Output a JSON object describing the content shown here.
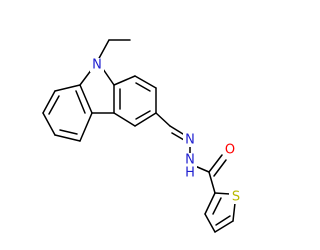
{
  "atoms": [
    {
      "id": "N9",
      "label": "N",
      "color": "#1f1fd0"
    },
    {
      "id": "N_hyd_a",
      "label": "N",
      "color": "#1f1fd0"
    },
    {
      "id": "NH_hyd_b",
      "label": "N",
      "sub": "H",
      "color": "#1f1fd0"
    },
    {
      "id": "O_carbonyl",
      "label": "O",
      "color": "#ff0000"
    },
    {
      "id": "S_thiophene",
      "label": "S",
      "color": "#b8b800"
    }
  ]
}
